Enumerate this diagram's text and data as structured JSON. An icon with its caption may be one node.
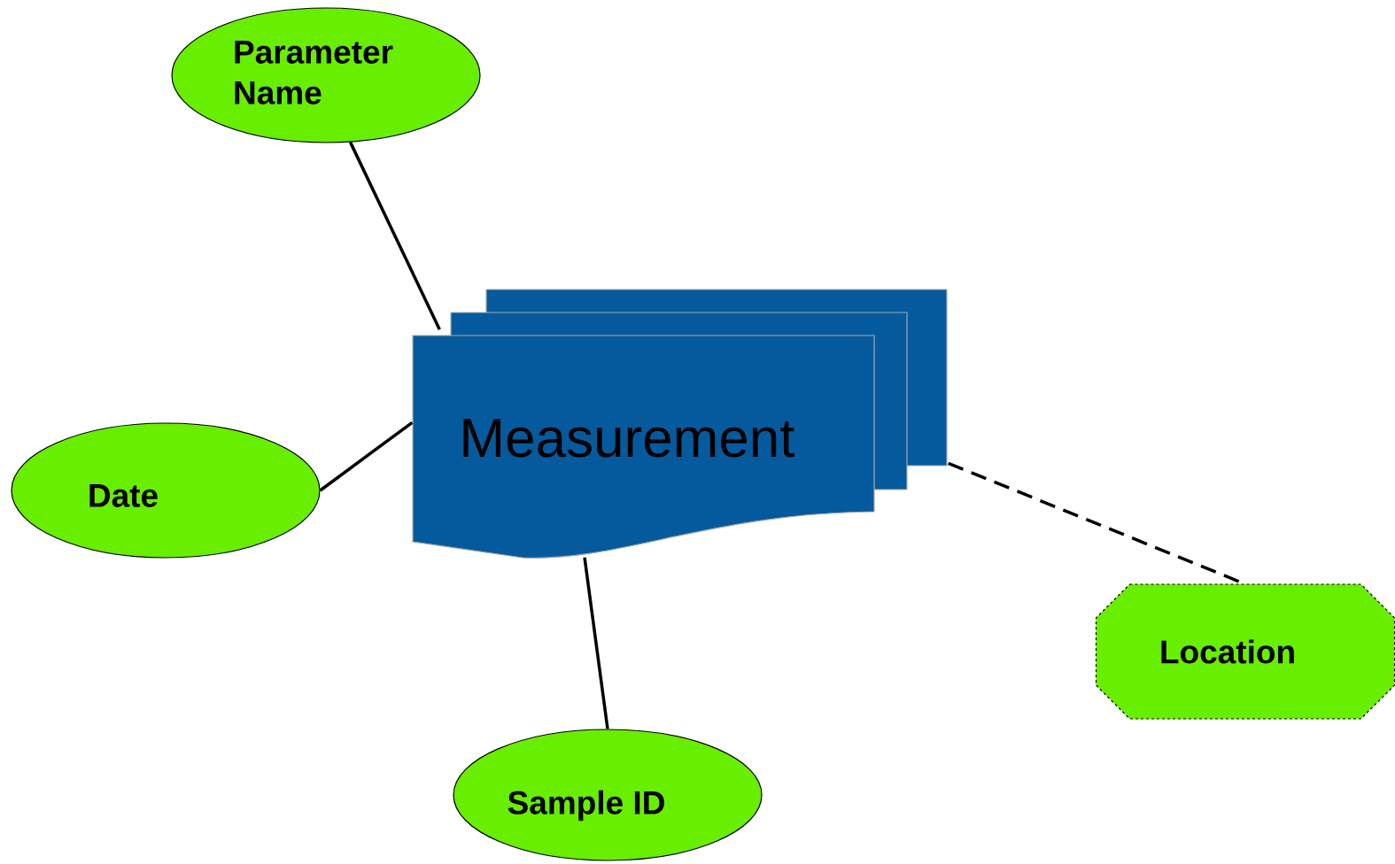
{
  "diagram": {
    "nodes": [
      {
        "text": [
          "Parameter Name"
        ]
      },
      {
        "text": [
          "Date"
        ]
      },
      {
        "text": [
          "Measurement"
        ]
      },
      {
        "text": [
          "Sample ID"
        ]
      },
      {
        "text": [
          "Location"
        ]
      }
    ],
    "edges": [
      {
        "from": 0,
        "to": 2,
        "arrow": "none"
      },
      {
        "from": 1,
        "to": 2,
        "arrow": "none"
      },
      {
        "from": 2,
        "to": 3,
        "arrow": "none"
      },
      {
        "from": 2,
        "to": 4,
        "arrow": "none",
        "style": "dashed"
      }
    ]
  }
}
